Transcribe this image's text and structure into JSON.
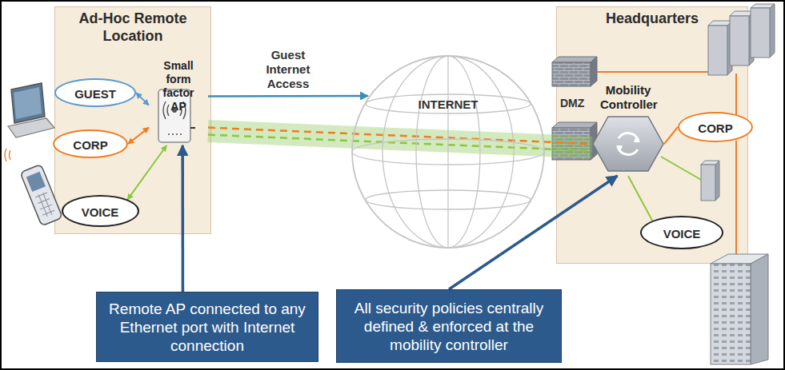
{
  "diagram": {
    "nodes": [
      {
        "text": [
          "Ad-Hoc Remote Location"
        ]
      },
      {
        "text": [
          "GUEST"
        ],
        "in": 0
      },
      {
        "text": [
          "CORP"
        ],
        "in": 0
      },
      {
        "text": [
          "VOICE"
        ],
        "in": 0
      },
      {
        "text": [
          "Small form factor AP"
        ],
        "in": 0
      },
      {
        "text": [
          "INTERNET"
        ]
      },
      {
        "text": [
          "Headquarters"
        ]
      },
      {
        "text": [
          "Mobility Controller"
        ],
        "in": 6
      },
      {
        "text": [
          "CORP"
        ],
        "in": 6
      },
      {
        "text": [
          "VOICE"
        ],
        "in": 6
      },
      {
        "text": [
          "Remote AP connected to any Ethernet port with Internet connection"
        ]
      },
      {
        "text": [
          "All security policies centrally defined & enforced at the mobility controller"
        ]
      }
    ],
    "edges": [
      {
        "from": 1,
        "to": 4,
        "arrow": "both"
      },
      {
        "from": 2,
        "to": 4,
        "arrow": "both"
      },
      {
        "from": 3,
        "to": 4,
        "arrow": "both"
      },
      {
        "from": 4,
        "to": 5,
        "label": "Guest Internet Access",
        "arrow": "to"
      },
      {
        "from": 4,
        "to": 7,
        "arrow": "none"
      },
      {
        "from": 4,
        "to": 7,
        "arrow": "none"
      },
      {
        "from": 7,
        "to": 8,
        "arrow": "none"
      },
      {
        "from": 7,
        "to": 9,
        "arrow": "none"
      },
      {
        "from": 10,
        "to": 4,
        "arrow": "to"
      },
      {
        "from": 11,
        "to": 7,
        "arrow": "to"
      }
    ],
    "labels": [
      "DMZ"
    ]
  }
}
